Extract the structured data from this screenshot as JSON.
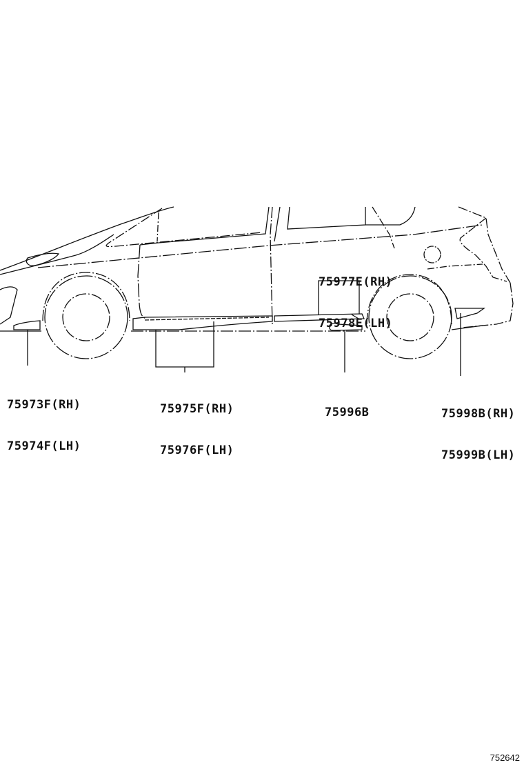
{
  "diagram": {
    "type": "parts-illustration",
    "subject": "side view of vehicle, lower body side moulding / stripe decals",
    "reference_number": "752642",
    "callouts": [
      {
        "id": "front-fender-moulding",
        "lines": [
          "75973F(RH)",
          "75974F(LH)"
        ]
      },
      {
        "id": "rocker-moulding-front",
        "lines": [
          "75975F(RH)",
          "75976F(LH)"
        ]
      },
      {
        "id": "rocker-moulding-rear",
        "lines": [
          "75977E(RH)",
          "75978E(LH)"
        ]
      },
      {
        "id": "emblem",
        "lines": [
          "75996B"
        ]
      },
      {
        "id": "rear-bumper-moulding",
        "lines": [
          "75998B(RH)",
          "75999B(LH)"
        ]
      }
    ]
  }
}
